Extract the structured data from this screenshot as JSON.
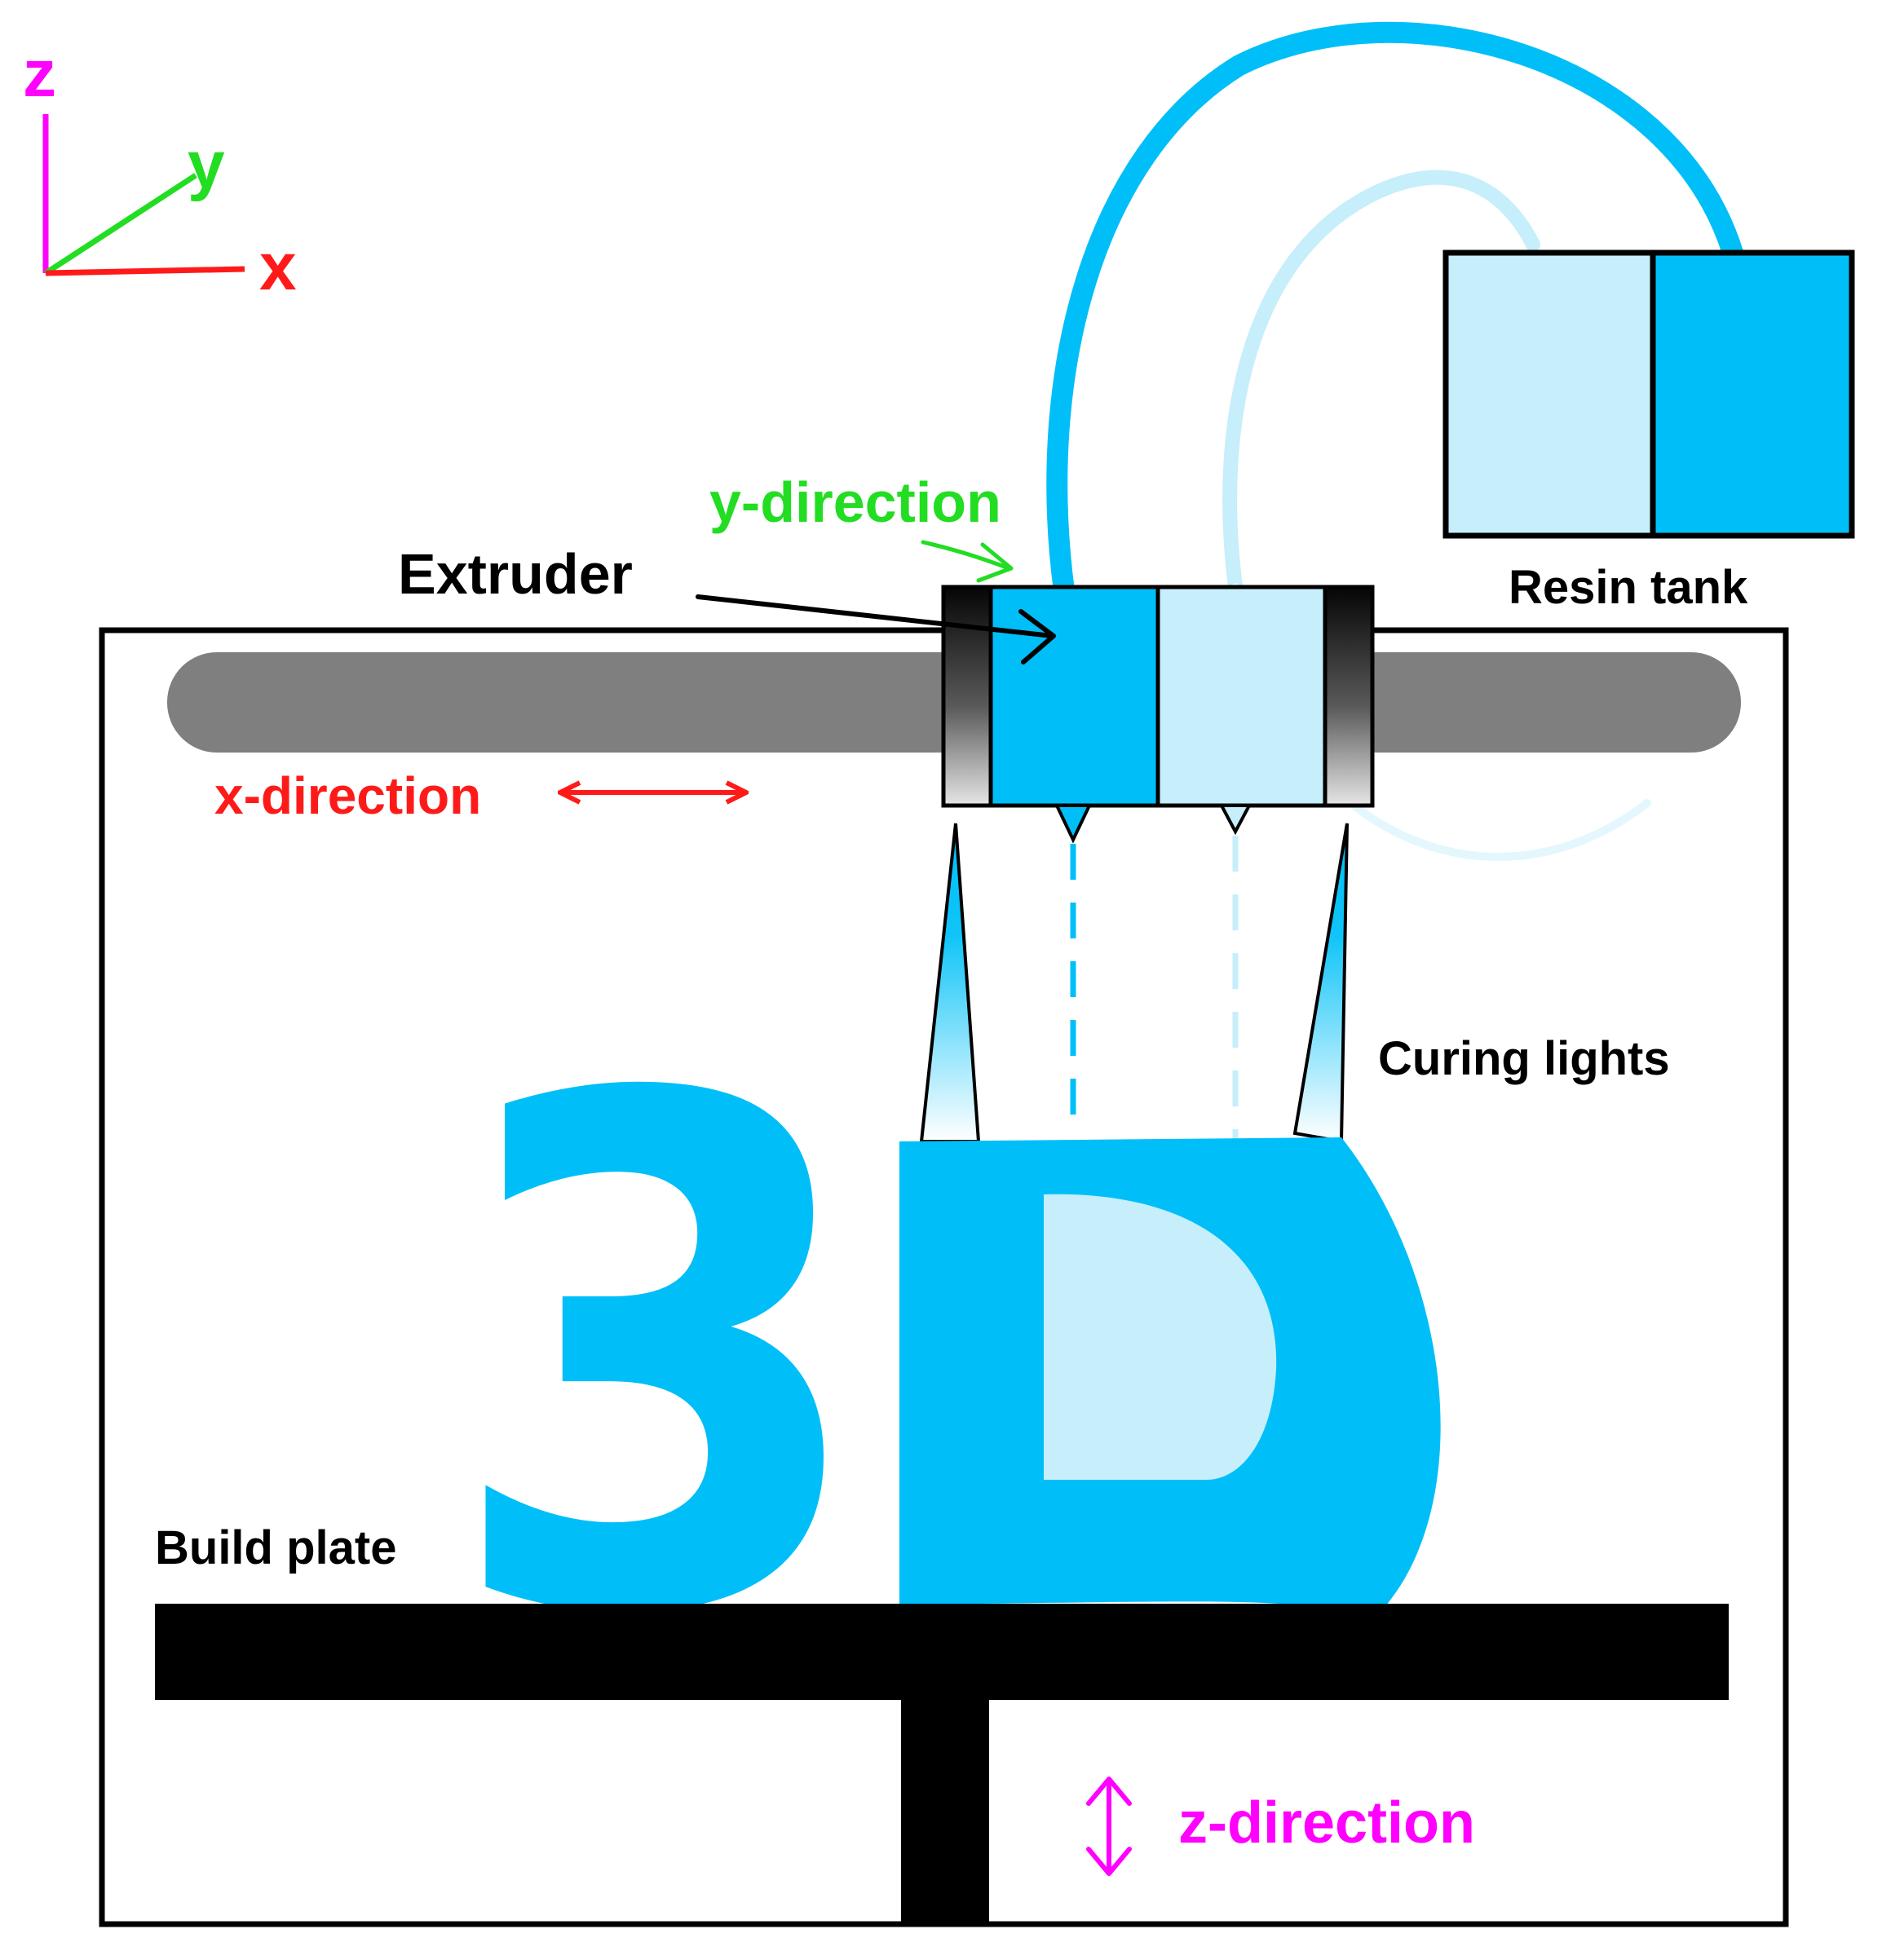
{
  "axes": {
    "z": "z",
    "y": "y",
    "x": "x"
  },
  "labels": {
    "y_direction": "y-direction",
    "extruder": "Extruder",
    "resin_tank": "Resin tank",
    "x_direction": "x-direction",
    "curing_lights": "Curing lights",
    "build_plate": "Build plate",
    "z_direction": "z-direction"
  },
  "printed_object": {
    "text_3": "3",
    "text_d": "D"
  },
  "colors": {
    "resin": "#00bff8",
    "resin_light": "#c6eefb",
    "rail": "#7f7f7f",
    "frame": "#000000",
    "x_axis": "#ff1a1a",
    "y_axis": "#22dd22",
    "z_axis": "#ff00ff"
  }
}
